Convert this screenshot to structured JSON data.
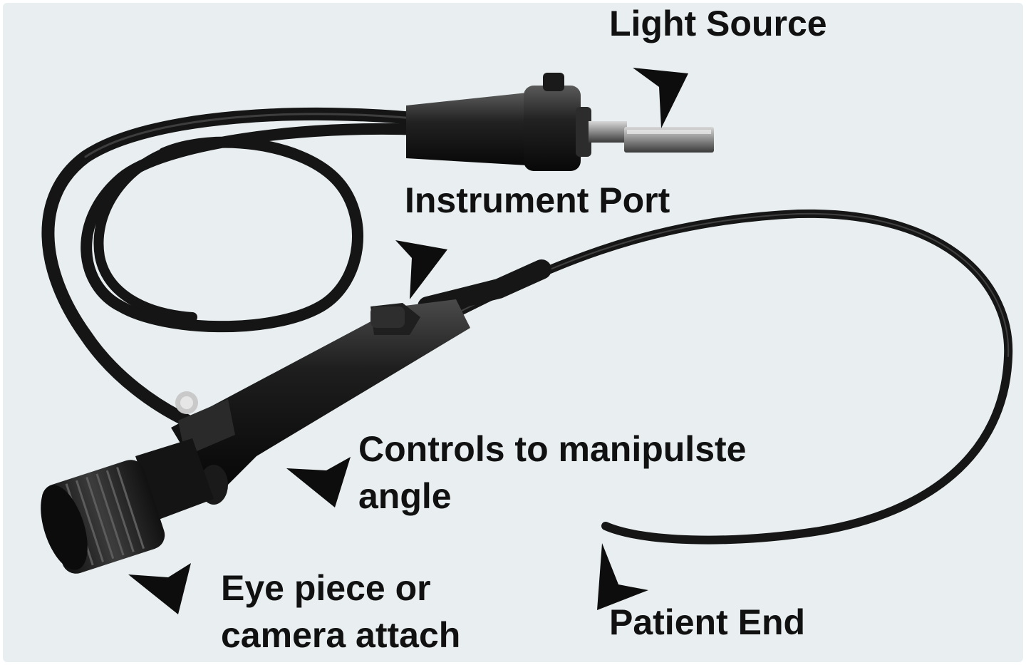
{
  "labels": {
    "light_source": "Light Source",
    "instrument_port": "Instrument Port",
    "controls_line1": "Controls to manipulste",
    "controls_line2": "angle",
    "eyepiece_line1": "Eye piece or",
    "eyepiece_line2": "camera attach",
    "patient_end": "Patient End"
  },
  "colors": {
    "background": "#e9eff1",
    "device": "#141414",
    "text": "#111111"
  }
}
